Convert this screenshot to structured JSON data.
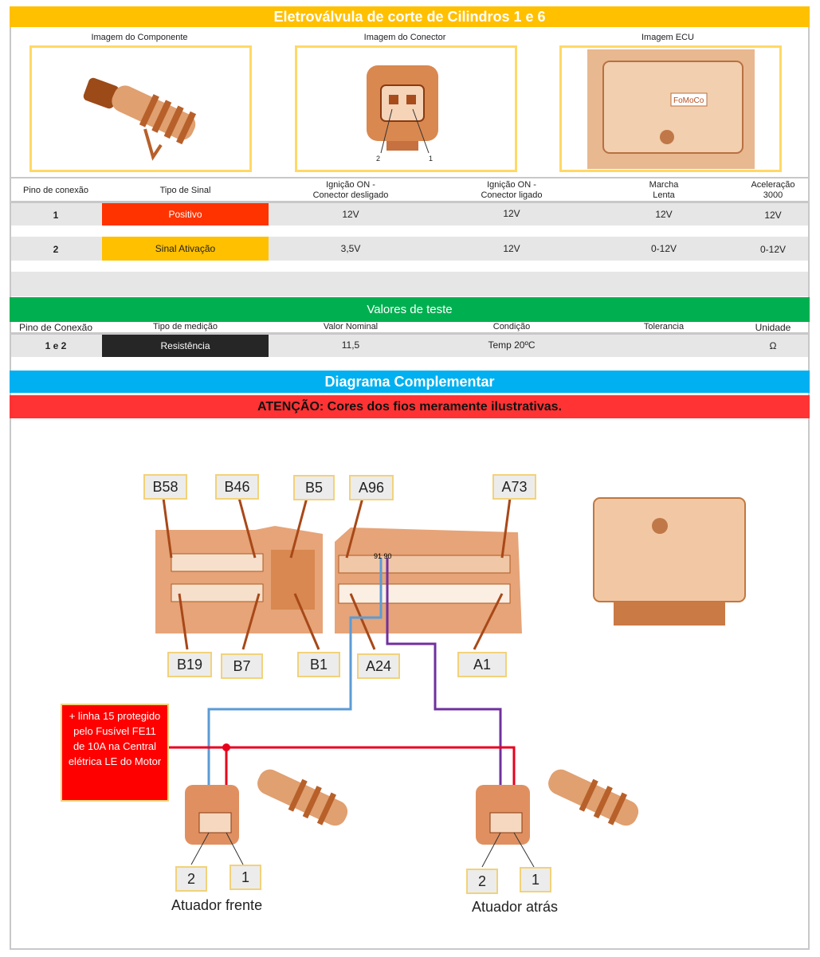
{
  "title": "Eletroválvula de corte de Cilindros 1 e 6",
  "images": {
    "component_label": "Imagem do Componente",
    "connector_label": "Imagem do Conector",
    "ecu_label": "Imagem ECU",
    "connector_pins": [
      "2",
      "1"
    ],
    "ecu_brand": "FoMoCo"
  },
  "signal_table": {
    "headers": [
      "Pino de conexão",
      "Tipo de Sinal",
      "Ignição ON -\nConector desligado",
      "Ignição ON -\nConector ligado",
      "Marcha\nLenta",
      "Aceleração\n3000"
    ],
    "rows": [
      {
        "pin": "1",
        "type": "Positivo",
        "type_color": "#ff3300",
        "ign_off": "12V",
        "ign_on": "12V",
        "idle": "12V",
        "accel": "12V"
      },
      {
        "pin": "2",
        "type": "Sinal Ativação",
        "type_color": "#ffc000",
        "ign_off": "3,5V",
        "ign_on": "12V",
        "idle": "0-12V",
        "accel": "0-12V"
      }
    ]
  },
  "test_section": {
    "title": "Valores de teste",
    "headers": [
      "Pino de Conexão",
      "Tipo de medição",
      "Valor Nominal",
      "Condição",
      "Tolerancia",
      "Unidade"
    ],
    "row": {
      "pin": "1 e 2",
      "type": "Resistência",
      "nominal": "11,5",
      "condition": "Temp 20ºC",
      "tolerance": "",
      "unit": "Ω"
    }
  },
  "diagram": {
    "title": "Diagrama Complementar",
    "warning": "ATENÇÃO: Cores dos fios meramente ilustrativas.",
    "pin_labels_top": [
      "B58",
      "B46",
      "B5",
      "A96",
      "A73"
    ],
    "pin_labels_bottom": [
      "B19",
      "B7",
      "B1",
      "A24",
      "A1"
    ],
    "ecu_pins": "91 90",
    "power_note": "+ linha 15 protegido pelo Fusível FE11 de 10A na Central elétrica LE do Motor",
    "front_actuator": {
      "caption": "Atuador frente",
      "pins": [
        "2",
        "1"
      ]
    },
    "rear_actuator": {
      "caption": "Atuador atrás",
      "pins": [
        "2",
        "1"
      ]
    },
    "colors": {
      "yellow": "#ffc000",
      "green": "#00b050",
      "blue": "#00b0f0",
      "red": "#ff3333",
      "wire_blue": "#5b9bd5",
      "wire_purple": "#7030a0",
      "wire_red": "#e8001c"
    }
  }
}
